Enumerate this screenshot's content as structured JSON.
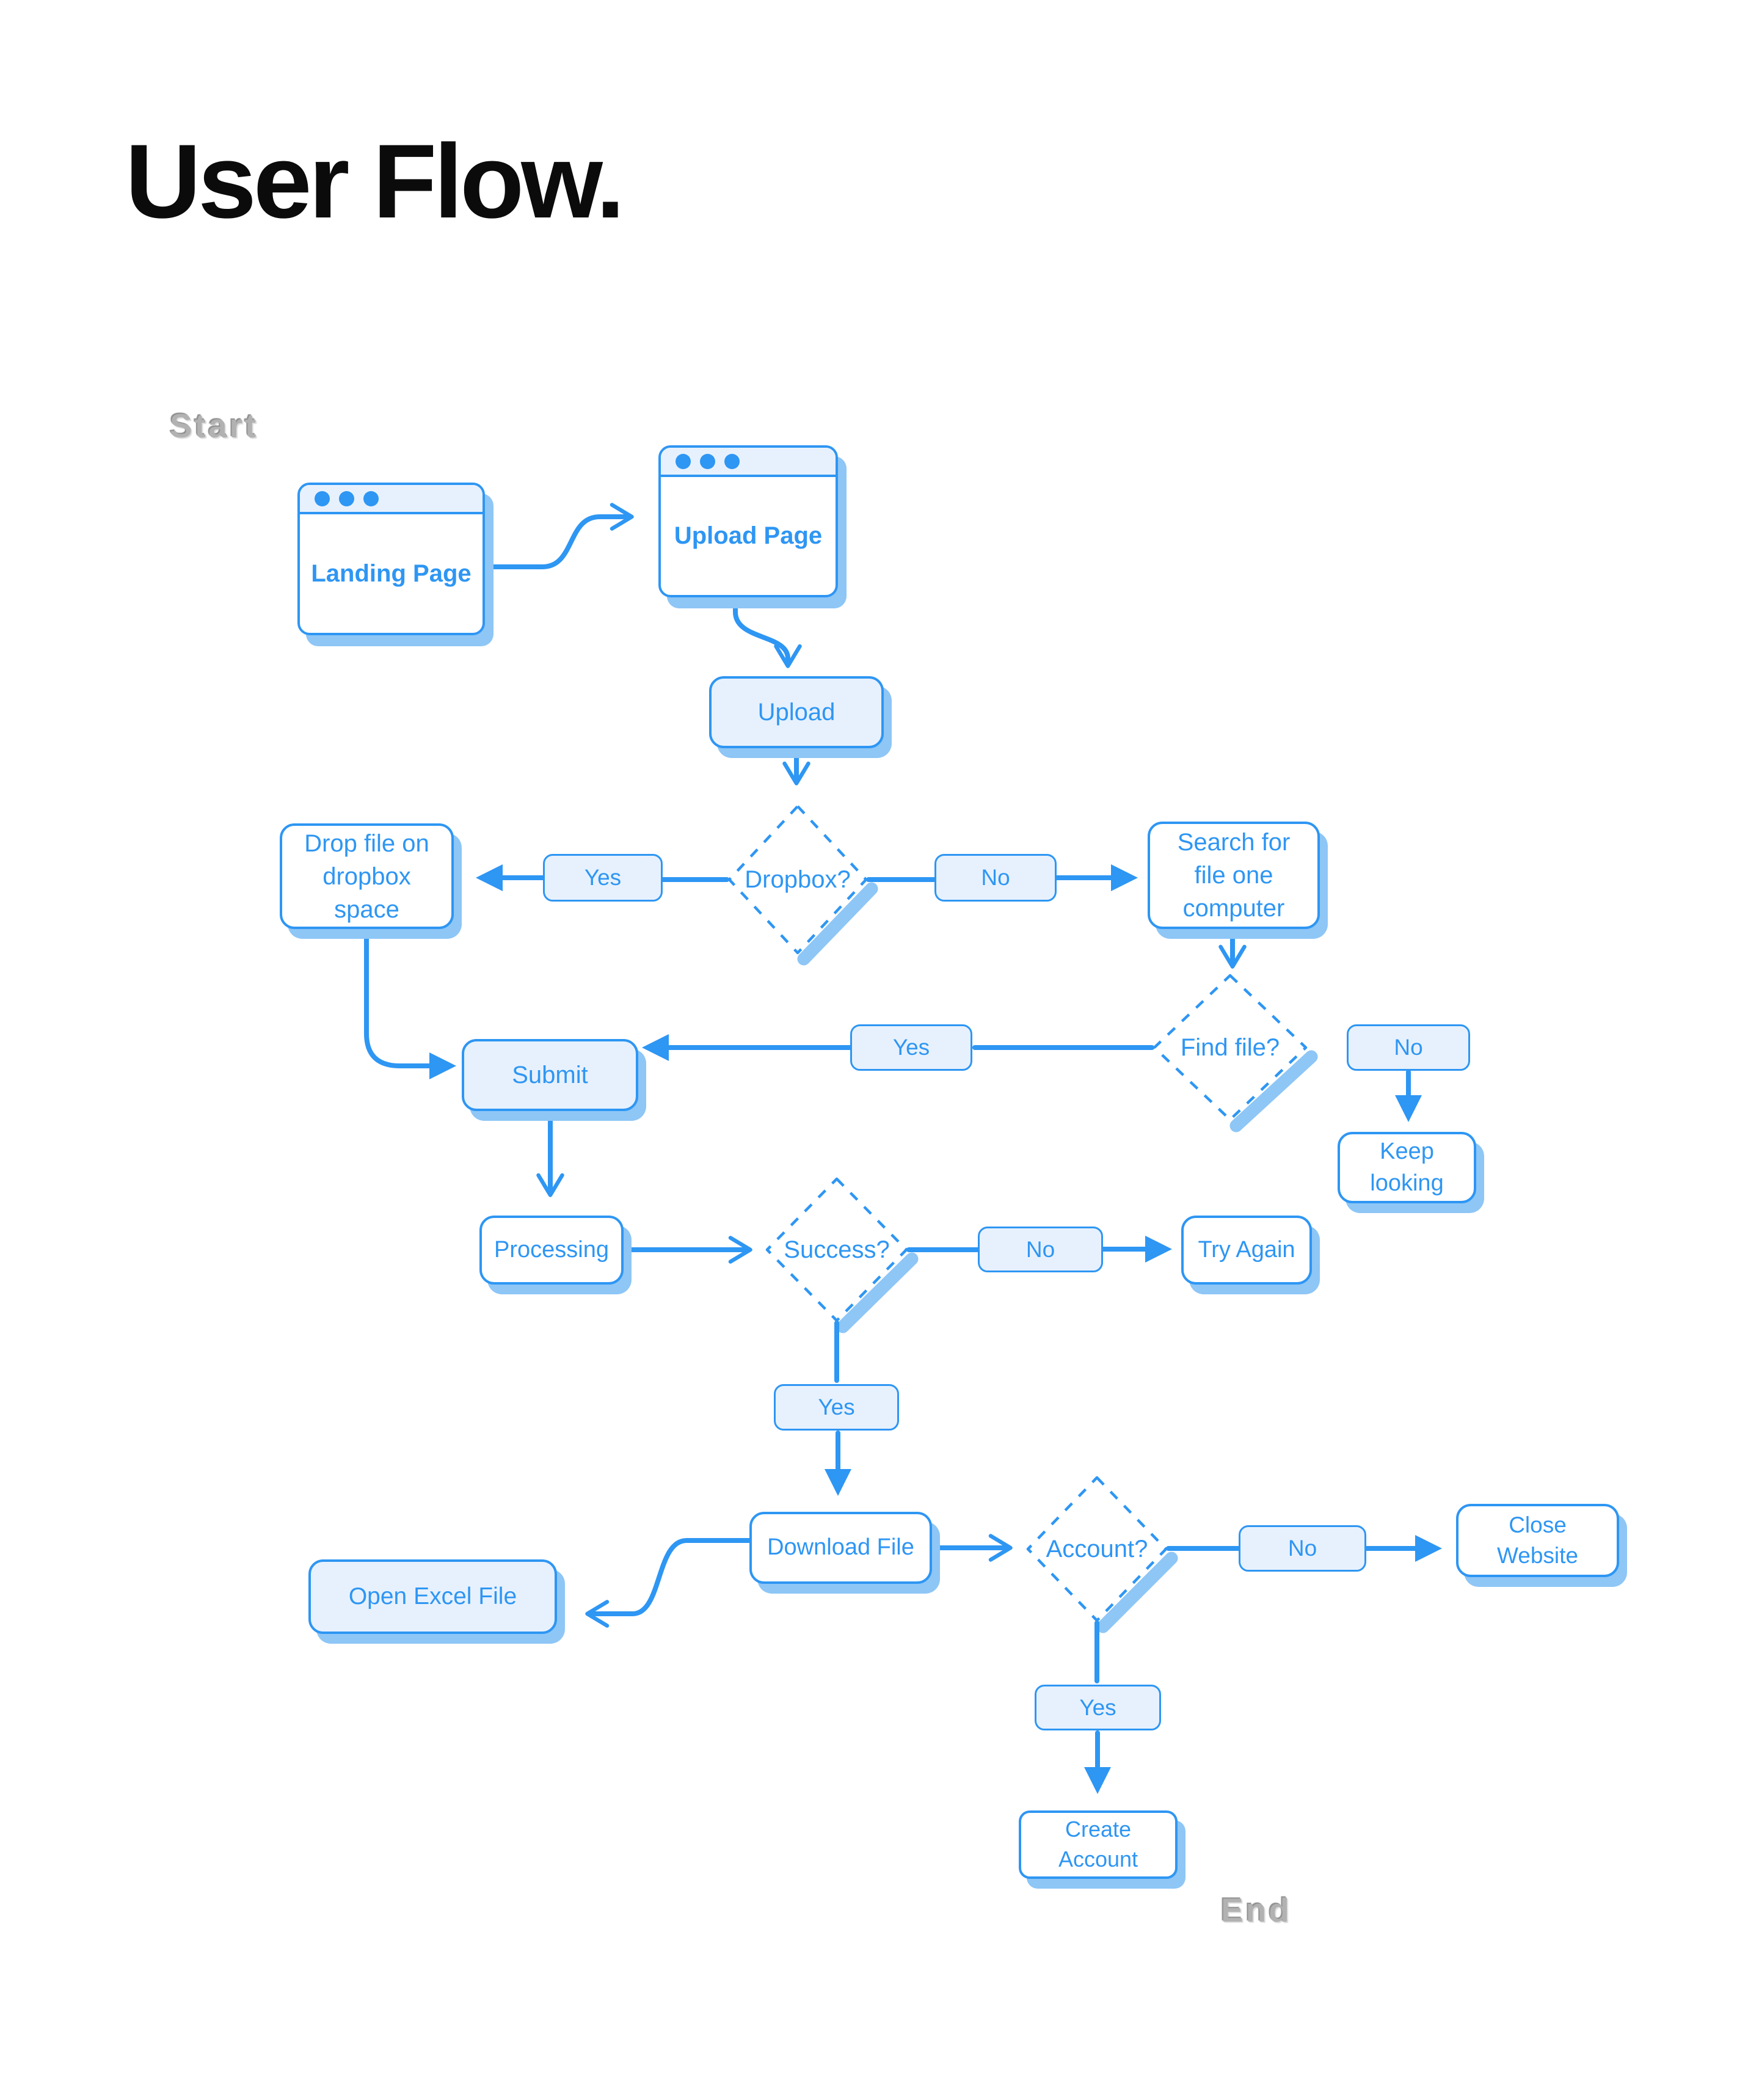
{
  "page_title": "User Flow.",
  "flow_markers": {
    "start": "Start",
    "end": "End"
  },
  "colors": {
    "accent_blue": "#2e96f3",
    "light_fill": "#e7f1fd",
    "shadow_blue": "#8ec6f6",
    "gray_label": "#b2b2b2",
    "title_black": "#0b0b0b",
    "background": "#ffffff"
  },
  "nodes": {
    "landing_page": {
      "label": "Landing Page"
    },
    "upload_page": {
      "label": "Upload Page"
    },
    "upload": {
      "label": "Upload"
    },
    "dropbox": {
      "label": "Dropbox?"
    },
    "yes_dropbox": {
      "label": "Yes"
    },
    "no_dropbox": {
      "label": "No"
    },
    "drop_file": {
      "label": "Drop file on dropbox space"
    },
    "search_file": {
      "label": "Search for file one computer"
    },
    "find_file": {
      "label": "Find file?"
    },
    "yes_find": {
      "label": "Yes"
    },
    "no_find": {
      "label": "No"
    },
    "submit": {
      "label": "Submit"
    },
    "keep_looking": {
      "label": "Keep looking"
    },
    "processing": {
      "label": "Processing"
    },
    "success": {
      "label": "Success?"
    },
    "no_success": {
      "label": "No"
    },
    "try_again": {
      "label": "Try Again"
    },
    "yes_success": {
      "label": "Yes"
    },
    "download_file": {
      "label": "Download File"
    },
    "account": {
      "label": "Account?"
    },
    "no_account": {
      "label": "No"
    },
    "close_website": {
      "label": "Close Website"
    },
    "open_excel": {
      "label": "Open Excel File"
    },
    "yes_account": {
      "label": "Yes"
    },
    "create_account": {
      "label": "Create Account"
    }
  }
}
